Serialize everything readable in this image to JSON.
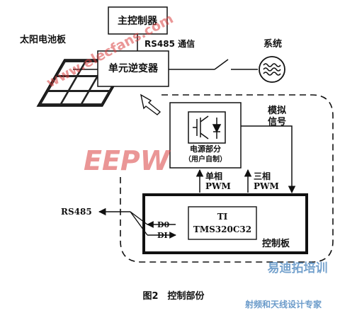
{
  "nodes": {
    "main_controller": "主控制器",
    "inverter": "单元逆变器",
    "solar_panel": "太阳电池板",
    "system": "系统",
    "power_module_line1": "电源部分",
    "power_module_line2": "（用户自制）",
    "control_board": "控制板",
    "dsp_line1": "TI",
    "dsp_line2": "TMS320C32"
  },
  "edges": {
    "rs485_comm": "RS485 通信",
    "analog_signal_line1": "模拟",
    "analog_signal_line2": "信号",
    "single_phase_line1": "单相",
    "single_phase_line2": "PWM",
    "three_phase_line1": "三相",
    "three_phase_line2": "PWM",
    "rs485": "RS485",
    "d0": "D0",
    "di": "DI"
  },
  "caption": "图2　控制部份",
  "watermarks": {
    "url": "www.elecfans.com",
    "logo": "EEPW",
    "bottom_right": "射频和天线设计专家",
    "brand": "易迪拓培训"
  },
  "colors": {
    "line": "#111111",
    "watermark_red": "#d84040",
    "watermark_blue": "#3a7ab8"
  }
}
